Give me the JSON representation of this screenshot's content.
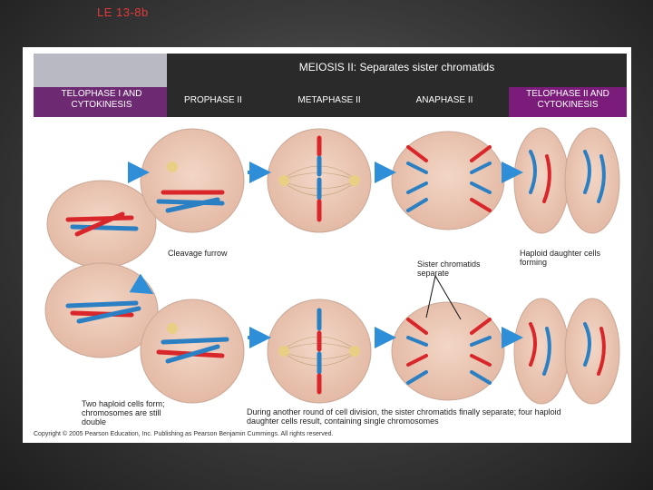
{
  "slide_code": "LE 13-8b",
  "header": {
    "title": "MEIOSIS II: Separates sister chromatids"
  },
  "stages": {
    "telophase1": "TELOPHASE I AND CYTOKINESIS",
    "prophase2": "PROPHASE II",
    "metaphase2": "METAPHASE II",
    "anaphase2": "ANAPHASE II",
    "telophase2": "TELOPHASE II AND CYTOKINESIS"
  },
  "labels": {
    "cleavage": "Cleavage furrow",
    "sister": "Sister chromatids separate",
    "haploid_forming": "Haploid daughter cells forming",
    "two_haploid": "Two haploid cells form; chromosomes are still double",
    "during": "During another round of cell division, the sister chromatids finally separate; four haploid daughter cells result, containing single chromosomes"
  },
  "copyright": "Copyright © 2005 Pearson Education, Inc. Publishing as Pearson Benjamin Cummings. All rights reserved.",
  "colors": {
    "cell_fill": "#ecc7b5",
    "cell_edge": "#c9a898",
    "chromosome_red": "#d9262a",
    "chromosome_blue": "#2b7fc3",
    "arrow": "#2e8fd8",
    "header_purple": "#7b1c7a"
  }
}
